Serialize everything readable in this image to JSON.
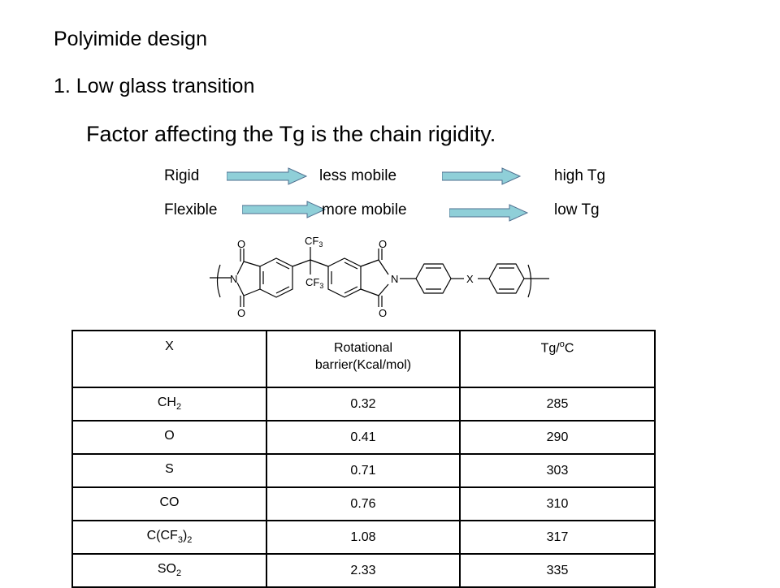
{
  "heading": "Polyimide design",
  "section": "1. Low glass transition",
  "statement": "Factor affecting the Tg is the chain rigidity.",
  "relations": [
    {
      "from": "Rigid",
      "middle": "less mobile",
      "to": "high Tg"
    },
    {
      "from": "Flexible",
      "middle": "more mobile",
      "to": "low Tg"
    }
  ],
  "arrow_color": "#8fcfd8",
  "structure": {
    "atoms": {
      "o": "O",
      "n": "N",
      "cf": "CF",
      "sub3": "3",
      "x": "X"
    }
  },
  "table": {
    "headers": {
      "x": "X",
      "barrier_1": "Rotational",
      "barrier_2": "barrier(Kcal/mol)",
      "tg_prefix": "Tg/",
      "tg_sup": "o",
      "tg_suffix": "C"
    },
    "rows": [
      {
        "x_main": "CH",
        "x_sub": "2",
        "x_tail": "",
        "x_sub2": "",
        "barrier": "0.32",
        "tg": "285"
      },
      {
        "x_main": "O",
        "x_sub": "",
        "x_tail": "",
        "x_sub2": "",
        "barrier": "0.41",
        "tg": "290"
      },
      {
        "x_main": "S",
        "x_sub": "",
        "x_tail": "",
        "x_sub2": "",
        "barrier": "0.71",
        "tg": "303"
      },
      {
        "x_main": "CO",
        "x_sub": "",
        "x_tail": "",
        "x_sub2": "",
        "barrier": "0.76",
        "tg": "310"
      },
      {
        "x_main": "C(CF",
        "x_sub": "3",
        "x_tail": ")",
        "x_sub2": "2",
        "barrier": "1.08",
        "tg": "317"
      },
      {
        "x_main": "SO",
        "x_sub": "2",
        "x_tail": "",
        "x_sub2": "",
        "barrier": "2.33",
        "tg": "335"
      }
    ]
  }
}
